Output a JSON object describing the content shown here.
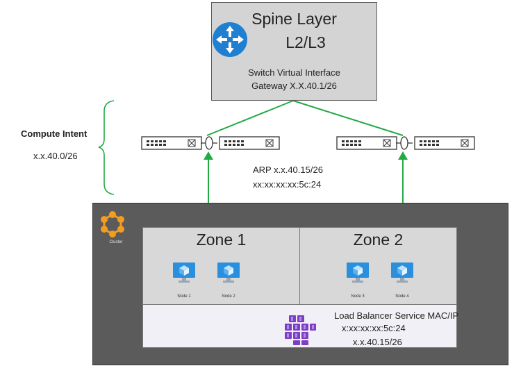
{
  "spine": {
    "title": "Spine Layer",
    "subtitle": "L2/L3",
    "svi_label": "Switch Virtual Interface",
    "gateway_label": "Gateway X.X.40.1/26"
  },
  "compute_intent": {
    "title": "Compute Intent",
    "subnet": "x.x.40.0/26"
  },
  "arp": {
    "line1": "ARP x.x.40.15/26",
    "line2": "xx:xx:xx:xx:5c:24"
  },
  "cluster": {
    "label": "Cluster",
    "zones": [
      {
        "title": "Zone 1",
        "nodes": [
          "Node 1",
          "Node 2"
        ]
      },
      {
        "title": "Zone 2",
        "nodes": [
          "Node 3",
          "Node 4"
        ]
      }
    ]
  },
  "load_balancer": {
    "title": "Load Balancer Service MAC/IP",
    "mac": "x:xx:xx:xx:5c:24",
    "ip": "x.x.40.15/26"
  },
  "colors": {
    "spine_fill": "#d4d4d4",
    "cluster_fill": "#5b5b5b",
    "zone_fill": "#d8d8d8",
    "lb_fill": "#f1f0f6",
    "link_green": "#22aa44",
    "router_blue": "#1f7fd1",
    "node_blue": "#2a8fdc",
    "cluster_orange": "#f39c1f",
    "lb_purple": "#7b3fc4"
  },
  "icons": [
    "router-icon",
    "switch-icon",
    "cluster-icon",
    "vm-node-icon",
    "load-balancer-icon"
  ]
}
